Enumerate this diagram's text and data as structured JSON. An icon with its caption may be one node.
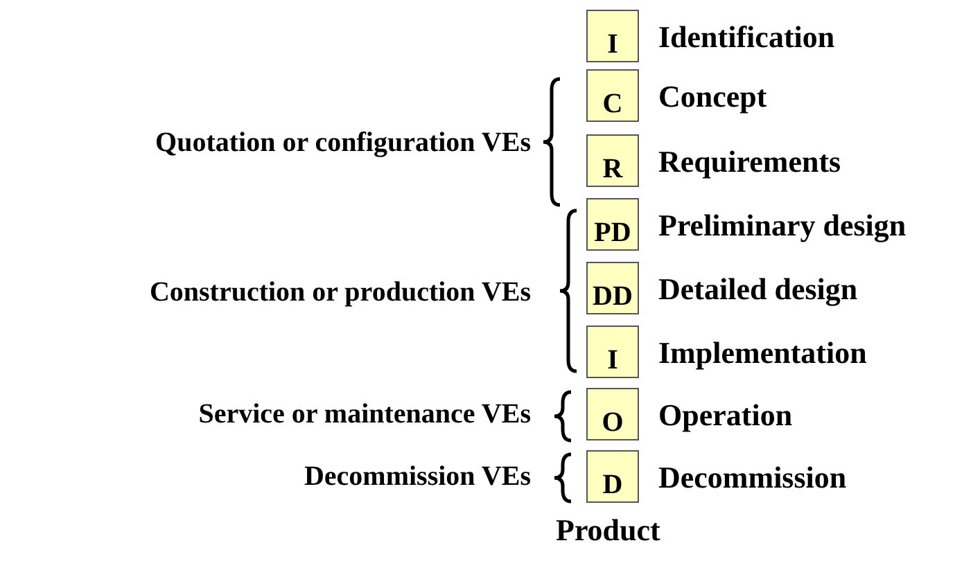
{
  "diagram": {
    "nodes": [
      {
        "text": [
          "I"
        ],
        "beside": [
          "Identification"
        ]
      },
      {
        "text": [
          "C"
        ],
        "beside": [
          "Concept"
        ]
      },
      {
        "text": [
          "R"
        ],
        "beside": [
          "Requirements"
        ]
      },
      {
        "text": [
          "PD"
        ],
        "beside": [
          "Preliminary design"
        ]
      },
      {
        "text": [
          "DD"
        ],
        "beside": [
          "Detailed design"
        ]
      },
      {
        "text": [
          "I"
        ],
        "beside": [
          "Implementation"
        ]
      },
      {
        "text": [
          "O"
        ],
        "beside": [
          "Operation"
        ]
      },
      {
        "text": [
          "D"
        ],
        "beside": [
          "Decommission"
        ]
      }
    ],
    "labels": [
      "Quotation or configuration VEs",
      "Construction or production VEs",
      "Service or maintenance VEs",
      "Decommission VEs",
      "Product"
    ]
  }
}
